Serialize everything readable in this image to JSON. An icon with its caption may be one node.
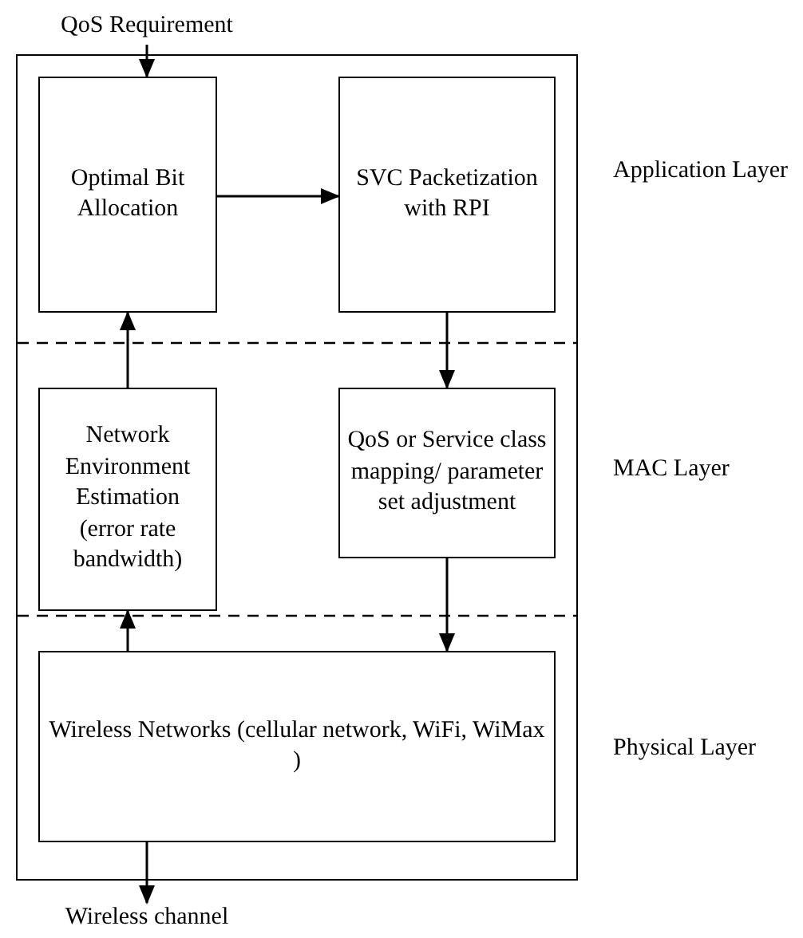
{
  "diagram": {
    "nodes": [
      {
        "text": [
          "QoS Requirement"
        ]
      },
      {
        "text": [],
        "shape": "box"
      },
      {
        "text": [
          "Optimal Bit Allocation"
        ],
        "in": 1
      },
      {
        "text": [
          "SVC Packetization with RPI"
        ],
        "in": 1
      },
      {
        "text": [
          "Network Environment Estimation (error rate bandwidth)"
        ],
        "in": 1
      },
      {
        "text": [
          "QoS or Service class mapping/ parameter set adjustment"
        ],
        "in": 1
      },
      {
        "text": [
          "Wireless Networks (cellular network, WiFi, WiMax )"
        ],
        "in": 1
      },
      {
        "text": [
          "Wireless channel"
        ]
      }
    ],
    "edges": [
      {
        "from": 0,
        "to": 2,
        "arrow": "to"
      },
      {
        "from": 2,
        "to": 3,
        "arrow": "to"
      },
      {
        "from": 3,
        "to": 5,
        "arrow": "to"
      },
      {
        "from": 4,
        "to": 2,
        "arrow": "to"
      },
      {
        "from": 5,
        "to": 6,
        "arrow": "to"
      },
      {
        "from": 6,
        "to": 4,
        "arrow": "to"
      },
      {
        "from": 6,
        "to": 7,
        "arrow": "to"
      }
    ],
    "labels": [
      "Application Layer",
      "MAC Layer",
      "Physical Layer"
    ]
  }
}
